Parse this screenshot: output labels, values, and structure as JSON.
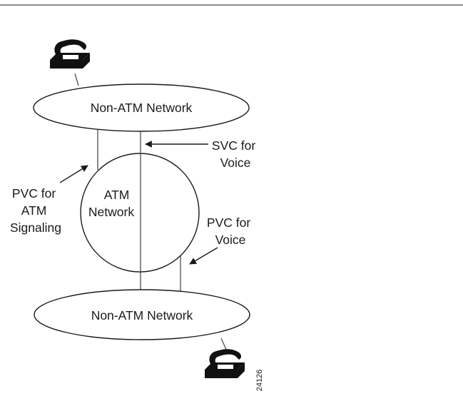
{
  "nodes": {
    "top_network": "Non-ATM Network",
    "atm_network": [
      "ATM",
      "Network"
    ],
    "bottom_network": "Non-ATM Network"
  },
  "labels": {
    "svc_voice": [
      "SVC for",
      "Voice"
    ],
    "pvc_signaling": [
      "PVC for",
      "ATM",
      "Signaling"
    ],
    "pvc_voice": [
      "PVC for",
      "Voice"
    ]
  },
  "figure_id": "24126",
  "icons": [
    "telephone-icon",
    "telephone-icon"
  ],
  "colors": {
    "line": "#5a5a5a",
    "outline": "#1a1a1a",
    "phone": "#111111",
    "background": "#ffffff"
  }
}
